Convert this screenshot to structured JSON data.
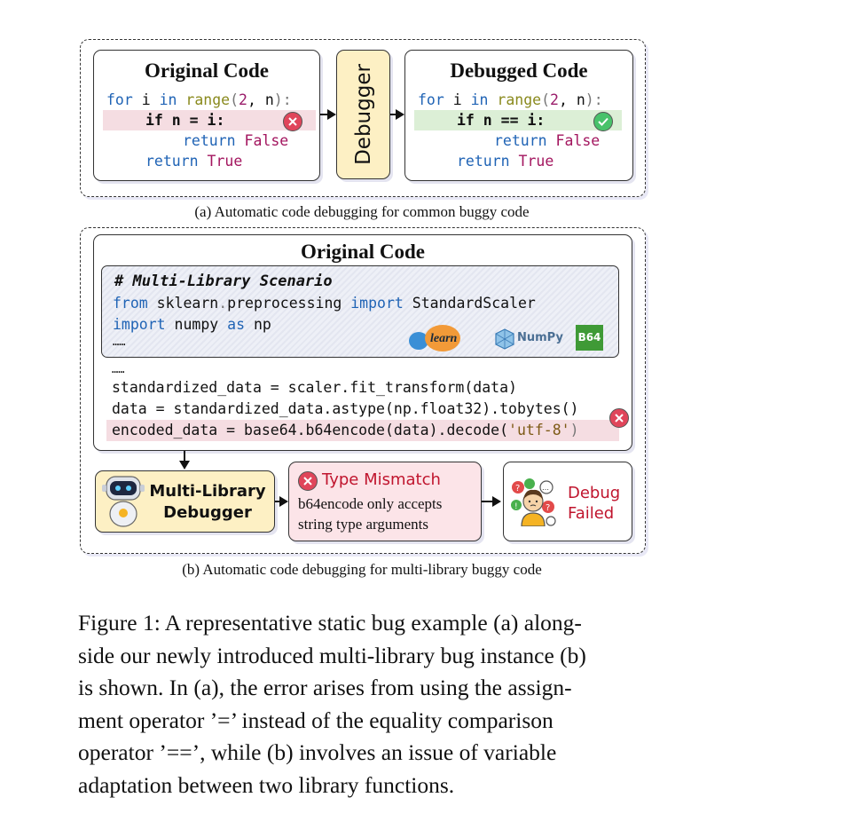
{
  "panel_a": {
    "original_title": "Original Code",
    "debugger_label": "Debugger",
    "debugged_title": "Debugged Code",
    "code_original": {
      "l1_for": "for",
      "l1_i": " i ",
      "l1_in": "in",
      "l1_range": " range",
      "l1_open": "(",
      "l1_two": "2",
      "l1_rest": ", n",
      "l1_close": "):",
      "l2": "if n = i:",
      "l3_return": "return",
      "l3_false": " False",
      "l4_return": "return",
      "l4_true": " True"
    },
    "code_debugged": {
      "l1_for": "for",
      "l1_i": " i ",
      "l1_in": "in",
      "l1_range": " range",
      "l1_open": "(",
      "l1_two": "2",
      "l1_rest": ", n",
      "l1_close": "):",
      "l2": "if n == i:",
      "l3_return": "return",
      "l3_false": " False",
      "l4_return": "return",
      "l4_true": " True"
    },
    "caption": "(a) Automatic code debugging for common buggy code"
  },
  "panel_b": {
    "original_title": "Original Code",
    "scenario": {
      "heading": "# Multi-Library Scenario",
      "l1_from": "from",
      "l1_mod": " sklearn",
      "l1_dot": ".",
      "l1_sub": "preprocessing ",
      "l1_import": "import",
      "l1_cls": " StandardScaler",
      "l2_import": "import",
      "l2_mod": " numpy ",
      "l2_as": "as",
      "l2_alias": " np",
      "l3": "……",
      "logo_learn": "learn",
      "logo_numpy": "NumPy",
      "logo_b64": "B64"
    },
    "code": {
      "l0": "……",
      "l1": "standardized_data = scaler.fit_transform(data)",
      "l2": "data = standardized_data.astype(np.float32).tobytes()",
      "l3_a": "encoded_data = base64.b64encode(data).decode(",
      "l3_str": "'utf-8'",
      "l3_b": ")"
    },
    "debugger_label_1": "Multi-Library",
    "debugger_label_2": "Debugger",
    "error_title": "Type Mismatch",
    "error_line1": "b64encode only accepts",
    "error_line2": "string type arguments",
    "result_line1": "Debug",
    "result_line2": "Failed",
    "caption": "(b) Automatic code debugging for multi-library buggy code"
  },
  "figure_caption": {
    "line1": "Figure 1: A representative static bug example (a) along-",
    "line2": "side our newly introduced multi-library bug instance (b)",
    "line3": "is shown. In (a), the error arises from using the assign-",
    "line4": "ment operator ’=’ instead of the equality comparison",
    "line5": "operator ’==’, while (b) involves an issue of variable",
    "line6": "adaptation between two library functions."
  },
  "colors": {
    "keyword": "#1f63b5",
    "error_fill": "#f5dde2",
    "success_fill": "#dcefd6",
    "debugger_fill": "#fdf0c4",
    "error_box_fill": "#fce4e8",
    "error_text": "#c0152e"
  },
  "icons": [
    "error-x-icon",
    "check-icon",
    "arrow-right-icon",
    "robot-icon",
    "person-confused-icon",
    "sklearn-logo",
    "numpy-logo",
    "b64-logo"
  ]
}
